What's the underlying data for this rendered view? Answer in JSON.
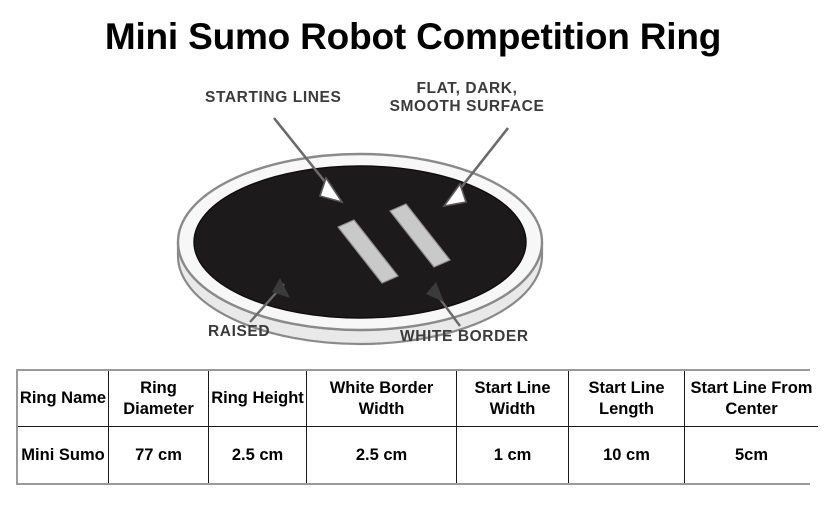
{
  "page": {
    "title": "Mini Sumo Robot Competition Ring",
    "background_color": "#ffffff"
  },
  "diagram": {
    "name": "mini-sumo-ring-isometric-diagram",
    "colors": {
      "surface": "#1c1a1a",
      "border_rim": "#f2f2f2",
      "rim_outline": "#8a8a8a",
      "start_line": "#c9c9c9",
      "label_text": "#3b3b3b",
      "leader_line": "#6a6a6a"
    },
    "labels": [
      {
        "id": "starting-lines",
        "text": "STARTING LINES"
      },
      {
        "id": "flat-surface",
        "text": "FLAT, DARK, SMOOTH SURFACE"
      },
      {
        "id": "raised",
        "text": "RAISED"
      },
      {
        "id": "white-border",
        "text": "WHITE BORDER"
      }
    ],
    "start_lines_count": 2
  },
  "spec_table": {
    "name": "mini-sumo-ring-specifications",
    "headers": [
      "Ring Name",
      "Ring Diameter",
      "Ring Height",
      "White Border Width",
      "Start Line Width",
      "Start Line Length",
      "Start Line From Center"
    ],
    "rows": [
      {
        "ring_name": "Mini Sumo",
        "ring_diameter": "77 cm",
        "ring_height": "2.5 cm",
        "white_border_width": "2.5 cm",
        "start_line_width": "1 cm",
        "start_line_length": "10 cm",
        "start_line_from_center": "5cm"
      }
    ]
  },
  "chart_data": {
    "type": "table",
    "title": "Mini Sumo Robot Competition Ring",
    "columns": [
      "Ring Name",
      "Ring Diameter",
      "Ring Height",
      "White Border Width",
      "Start Line Width",
      "Start Line Length",
      "Start Line From Center"
    ],
    "data": [
      [
        "Mini Sumo",
        "77 cm",
        "2.5 cm",
        "2.5 cm",
        "1 cm",
        "10 cm",
        "5cm"
      ]
    ]
  }
}
